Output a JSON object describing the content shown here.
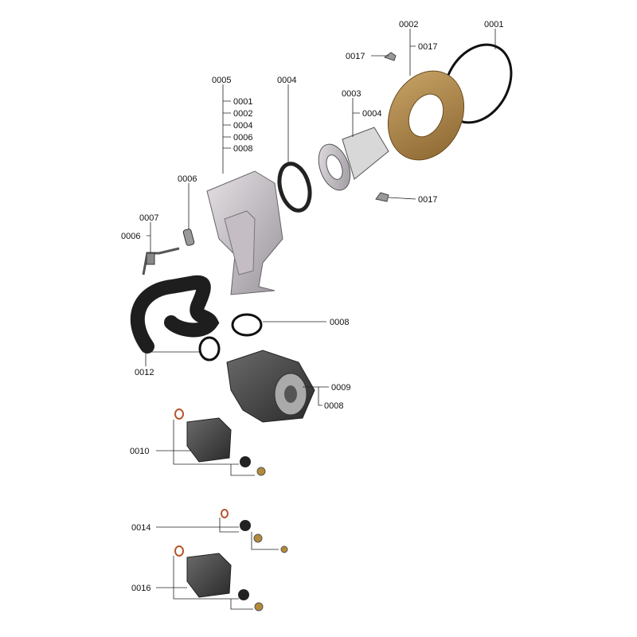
{
  "callouts": {
    "ring_0001": "0001",
    "flange_0002": "0002",
    "clip_top_right": "0017",
    "clip_top_left": "0017",
    "burner_0005": "0005",
    "burner_sub": [
      "0001",
      "0002",
      "0004",
      "0006",
      "0008"
    ],
    "gasket_0004": "0004",
    "tube_0003": "0003",
    "tube_sub_0004": "0004",
    "clip_lower": "0017",
    "seal_0006": "0006",
    "electrode_0007": "0007",
    "electrode_0006": "0006",
    "oring_0008": "0008",
    "hose_0012": "0012",
    "fan_0009": "0009",
    "fan_0008": "0008",
    "valve_0010": "0010",
    "kit_0014": "0014",
    "valve_0016": "0016"
  }
}
